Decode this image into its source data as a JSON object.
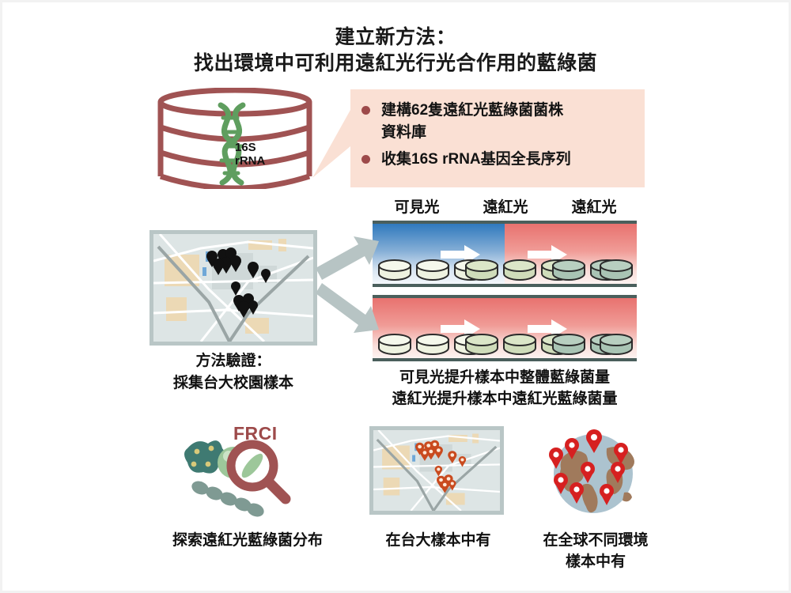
{
  "title": {
    "line1": "建立新方法：",
    "line2": "找出環境中可利用遠紅光行光合作用的藍綠菌"
  },
  "database": {
    "icon": "database-cylinder-icon",
    "dna_icon": "dna-helix-icon",
    "label_line1": "16S",
    "label_line2": "rRNA",
    "color": "#a05353",
    "dna_color": "#5f9e5f"
  },
  "callout": {
    "background": "#fae0d4",
    "bullet_color": "#9d4a4a",
    "bullets": [
      {
        "text": "建構62隻遠紅光藍綠菌菌株",
        "continuation": "資料庫"
      },
      {
        "text": "收集16S rRNA基因全長序列",
        "continuation": ""
      }
    ]
  },
  "experiment": {
    "light_labels": [
      "可見光",
      "遠紅光",
      "遠紅光"
    ],
    "panels": [
      {
        "name": "visible-to-far-red-panel",
        "gradient": [
          "#2f79bd",
          "#e8726f"
        ],
        "dish_groups": [
          {
            "fill": "#eef2e0",
            "count": 3
          },
          {
            "fill": "#cfdcba",
            "count": 3
          },
          {
            "fill": "#a9c4b4",
            "count": 3
          }
        ],
        "arrows": 2
      },
      {
        "name": "far-red-only-panel",
        "gradient": [
          "#e8726f",
          "#e8726f"
        ],
        "dish_groups": [
          {
            "fill": "#eef2e0",
            "count": 3
          },
          {
            "fill": "#cfdcba",
            "count": 3
          },
          {
            "fill": "#a9c4b4",
            "count": 3
          }
        ],
        "arrows": 2
      }
    ],
    "caption_line1": "可見光提升樣本中整體藍綠菌量",
    "caption_line2": "遠紅光提升樣本中遠紅光藍綠菌量"
  },
  "method": {
    "map_icon": "campus-map-icon",
    "pin_color": "#111111",
    "label_line1": "方法驗證：",
    "label_line2": "採集台大校園樣本"
  },
  "bottom": {
    "frci": {
      "text": "FRCI",
      "magnifier_icon": "magnifying-glass-icon",
      "color": "#9d4a4a",
      "caption": "探索遠紅光藍綠菌分布"
    },
    "campus": {
      "map_icon": "campus-map-icon",
      "pin_color": "#c94a1e",
      "caption": "在台大樣本中有"
    },
    "global": {
      "globe_icon": "globe-icon",
      "pin_color": "#d62020",
      "ocean_color": "#acc3cf",
      "land_color": "#a07a5c",
      "caption_line1": "在全球不同環境",
      "caption_line2": "樣本中有"
    }
  }
}
